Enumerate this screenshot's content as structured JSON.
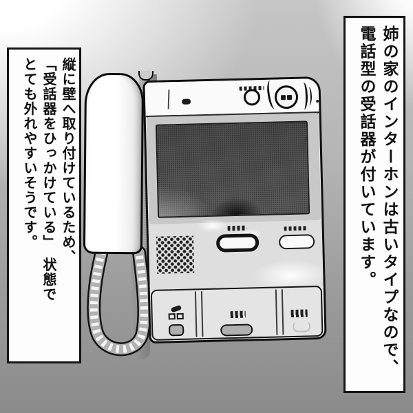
{
  "panel_type": "manga-illustration-panel",
  "captions": {
    "right": {
      "lines": [
        "姉の家のインターホンは古いタイプなので、",
        "電話型の受話器が付いています。"
      ]
    },
    "left": {
      "lines": [
        "縦に壁へ取り付けているため、",
        "「受話器をひっかけている」　状態で",
        "とても外れやすいそうです。"
      ]
    }
  },
  "illustration": {
    "parts": [
      "handset",
      "coiled-cord",
      "video-screen",
      "camera-lens",
      "speaker",
      "speaker-grille",
      "talk-button",
      "sub-button",
      "lower-panel-buttons"
    ]
  },
  "colors": {
    "background_light": "#ffffff",
    "background_dark": "#8b8b8b",
    "caption_background": "#fdfdfd",
    "ink": "#141414",
    "screen_gray": "#555555",
    "button_gray": "#b0b0b0"
  }
}
